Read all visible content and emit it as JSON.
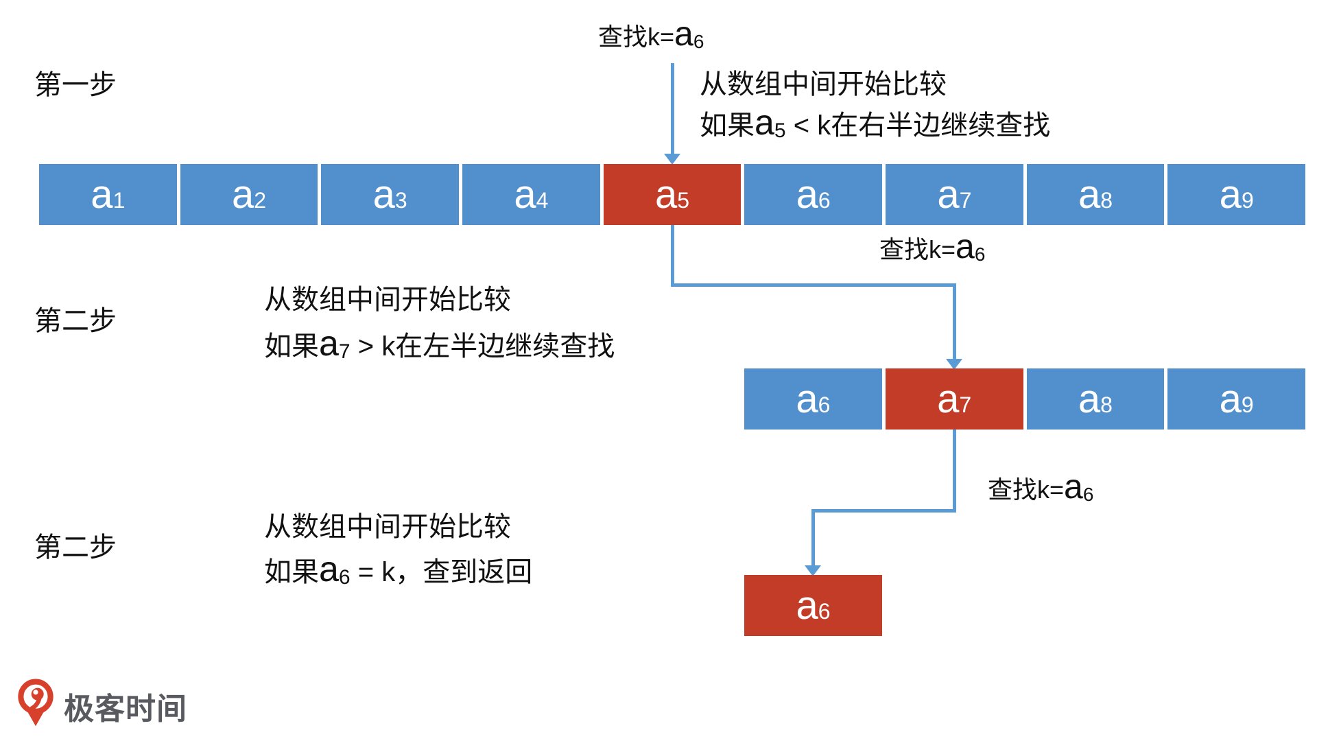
{
  "colors": {
    "box_blue": "#5190CD",
    "box_red": "#C23C28",
    "arrow": "#5B9BD5",
    "logo_red": "#D7402B",
    "logo_text_color": "#595A60"
  },
  "search_label": {
    "prefix": "查找k=",
    "base": "a",
    "sub": "6"
  },
  "steps": [
    {
      "label": "第一步",
      "line1": "从数组中间开始比较",
      "cond_prefix": "如果",
      "cond_base": "a",
      "cond_sub": "5",
      "cond_rest": " < k在右半边继续查找"
    },
    {
      "label": "第二步",
      "line1": "从数组中间开始比较",
      "cond_prefix": "如果",
      "cond_base": "a",
      "cond_sub": "7",
      "cond_rest": " > k在左半边继续查找"
    },
    {
      "label": "第二步",
      "line1": "从数组中间开始比较",
      "cond_prefix": "如果",
      "cond_base": "a",
      "cond_sub": "6",
      "cond_rest": " = k，查到返回"
    }
  ],
  "arrays": {
    "row1": [
      {
        "base": "a",
        "sub": "1",
        "state": "blue"
      },
      {
        "base": "a",
        "sub": "2",
        "state": "blue"
      },
      {
        "base": "a",
        "sub": "3",
        "state": "blue"
      },
      {
        "base": "a",
        "sub": "4",
        "state": "blue"
      },
      {
        "base": "a",
        "sub": "5",
        "state": "red"
      },
      {
        "base": "a",
        "sub": "6",
        "state": "blue"
      },
      {
        "base": "a",
        "sub": "7",
        "state": "blue"
      },
      {
        "base": "a",
        "sub": "8",
        "state": "blue"
      },
      {
        "base": "a",
        "sub": "9",
        "state": "blue"
      }
    ],
    "row2": [
      {
        "base": "a",
        "sub": "6",
        "state": "blue"
      },
      {
        "base": "a",
        "sub": "7",
        "state": "red"
      },
      {
        "base": "a",
        "sub": "8",
        "state": "blue"
      },
      {
        "base": "a",
        "sub": "9",
        "state": "blue"
      }
    ],
    "row3": [
      {
        "base": "a",
        "sub": "6",
        "state": "red"
      }
    ]
  },
  "logo": {
    "text": "极客时间"
  }
}
